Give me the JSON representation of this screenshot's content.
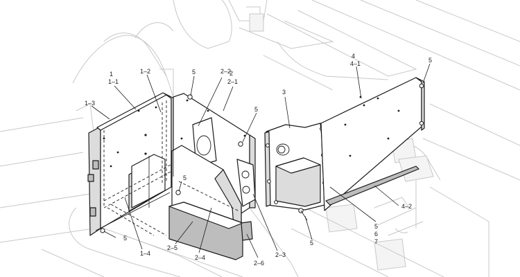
{
  "diagram": {
    "labels": {
      "l_1": "1",
      "l_1_1": "1–1",
      "l_1_2": "1–2",
      "l_1_3": "1–3",
      "l_1_4": "1–4",
      "l_2_1": "2–1",
      "l_2_2": "2–2",
      "l_2_3": "2–3",
      "l_2_4": "2–4",
      "l_2_5": "2–5",
      "l_2_6": "2–6",
      "l_3": "3",
      "l_4": "4",
      "l_4_1": "4–1",
      "l_4_2": "4–2",
      "l_5_a": "5",
      "l_5_b": "5",
      "l_5_c": "5",
      "l_5_d": "5",
      "l_5_e": "5",
      "l_5_f": "5",
      "l_5_g": "5",
      "l_6": "6",
      "l_7": "7"
    }
  }
}
